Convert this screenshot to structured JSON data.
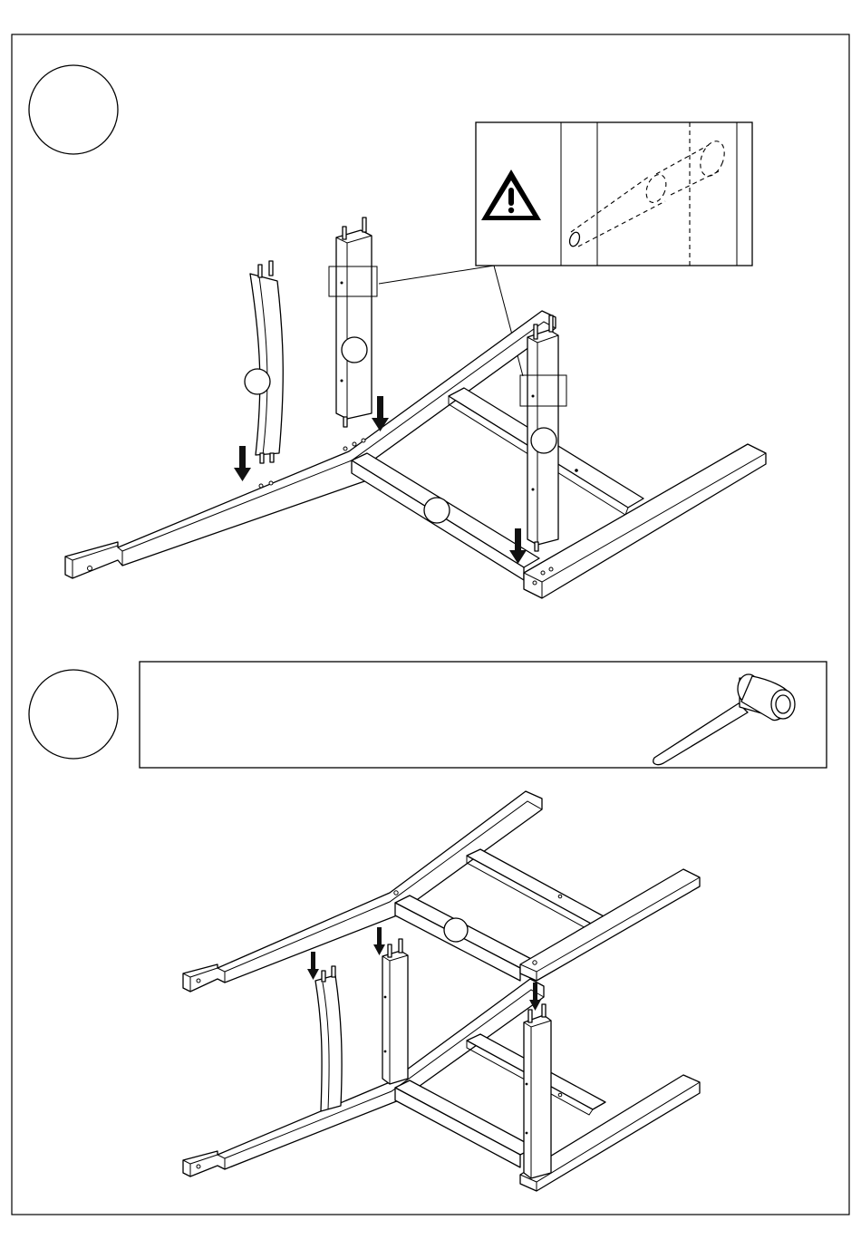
{
  "page": {
    "border_color": "#000000",
    "background_color": "#ffffff"
  },
  "step_1": {
    "step_number": "",
    "warning_box": {
      "icon": "warning-triangle-icon",
      "detail": "dowel-alignment-detail"
    },
    "parts": [
      "curved-leg",
      "straight-leg",
      "straight-leg",
      "frame-side-rail",
      "frame-crossbar",
      "frame-side-rail"
    ],
    "arrows": 3
  },
  "step_2": {
    "step_number": "",
    "tool_box": {
      "tool_icon": "mallet-icon"
    },
    "arrows": 3
  }
}
